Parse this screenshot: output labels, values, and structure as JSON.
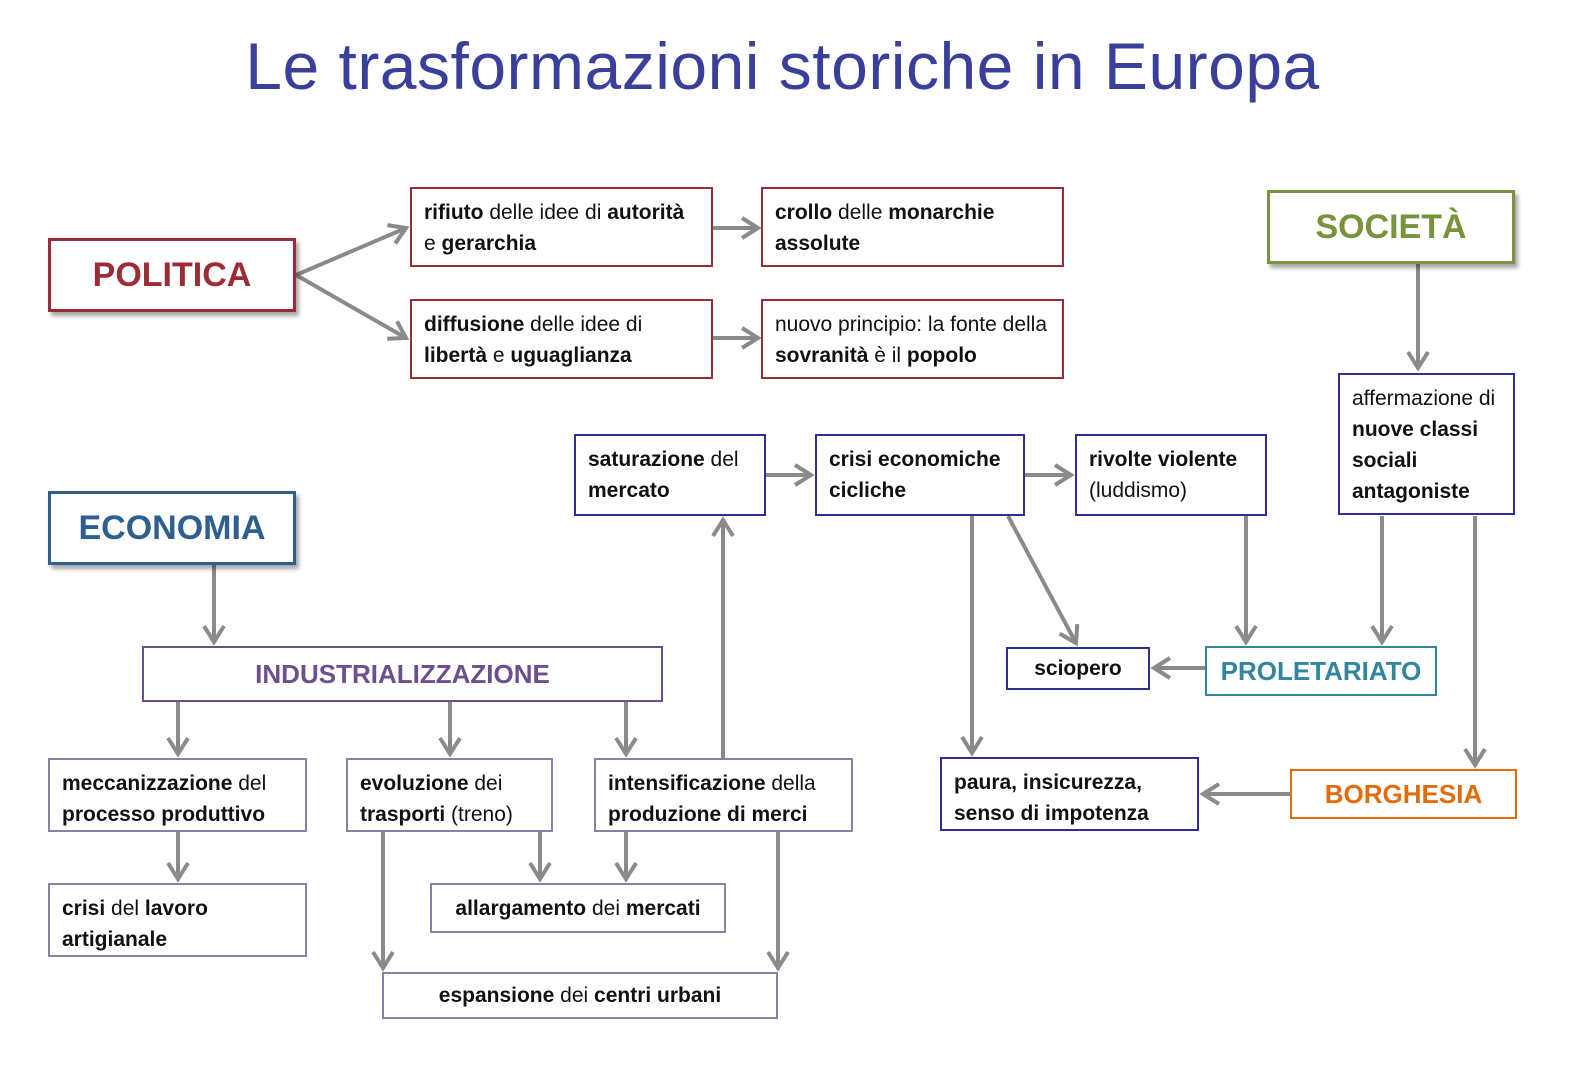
{
  "title": "Le trasformazioni storiche in Europa",
  "colors": {
    "politica": "#9b2c35",
    "societa": "#77933c",
    "economia": "#2f5f8f",
    "industrializzazione": "#6b4f8f",
    "proletariato": "#31859c",
    "borghesia": "#e36c0a",
    "navy": "#2e2e9a",
    "arrow": "#8a8a8a"
  },
  "boxes": {
    "politica": [
      {
        "t": "POLITICA",
        "b": true
      }
    ],
    "rifiuto": [
      {
        "t": "rifiuto",
        "b": true
      },
      {
        "t": " delle idee di "
      },
      {
        "t": "autorità",
        "b": true
      },
      {
        "t": " e "
      },
      {
        "t": "gerarchia",
        "b": true
      }
    ],
    "crollo": [
      {
        "t": "crollo",
        "b": true
      },
      {
        "t": " delle "
      },
      {
        "t": "monarchie assolute",
        "b": true
      }
    ],
    "diffusione": [
      {
        "t": "diffusione",
        "b": true
      },
      {
        "t": " delle idee di "
      },
      {
        "t": "libertà",
        "b": true
      },
      {
        "t": " e "
      },
      {
        "t": "uguaglianza",
        "b": true
      }
    ],
    "nuovo": [
      {
        "t": "nuovo principio: la fonte della "
      },
      {
        "t": "sovranità",
        "b": true
      },
      {
        "t": " è il "
      },
      {
        "t": "popolo",
        "b": true
      }
    ],
    "societa": [
      {
        "t": "SOCIETÀ",
        "b": true
      }
    ],
    "affermazione": [
      {
        "t": "affermazione di "
      },
      {
        "t": "nuove classi sociali antagoniste",
        "b": true
      }
    ],
    "economia": [
      {
        "t": "ECONOMIA",
        "b": true
      }
    ],
    "industrializzazione": [
      {
        "t": "INDUSTRIALIZZAZIONE",
        "b": true
      }
    ],
    "saturazione": [
      {
        "t": "saturazione",
        "b": true
      },
      {
        "t": " del "
      },
      {
        "t": "mercato",
        "b": true
      }
    ],
    "crisi_eco": [
      {
        "t": "crisi economiche cicliche",
        "b": true
      }
    ],
    "rivolte": [
      {
        "t": "rivolte violente",
        "b": true
      },
      {
        "t": " (luddismo)"
      }
    ],
    "sciopero": [
      {
        "t": "sciopero",
        "b": true
      }
    ],
    "proletariato": [
      {
        "t": "PROLETARIATO",
        "b": true
      }
    ],
    "paura": [
      {
        "t": "paura, insicurezza, senso di impotenza",
        "b": true
      }
    ],
    "borghesia": [
      {
        "t": "BORGHESIA",
        "b": true
      }
    ],
    "meccanizzazione": [
      {
        "t": "meccanizzazione",
        "b": true
      },
      {
        "t": " del "
      },
      {
        "t": "processo produttivo",
        "b": true
      }
    ],
    "evoluzione": [
      {
        "t": "evoluzione",
        "b": true
      },
      {
        "t": " dei "
      },
      {
        "t": "trasporti",
        "b": true
      },
      {
        "t": " (treno)"
      }
    ],
    "intensificazione": [
      {
        "t": "intensificazione",
        "b": true
      },
      {
        "t": " della "
      },
      {
        "t": "produzione di merci",
        "b": true
      }
    ],
    "crisi_lavoro": [
      {
        "t": "crisi",
        "b": true
      },
      {
        "t": " del "
      },
      {
        "t": "lavoro artigianale",
        "b": true
      }
    ],
    "allargamento": [
      {
        "t": "allargamento",
        "b": true
      },
      {
        "t": " dei "
      },
      {
        "t": "mercati",
        "b": true
      }
    ],
    "espansione": [
      {
        "t": "espansione",
        "b": true
      },
      {
        "t": " dei "
      },
      {
        "t": "centri urbani",
        "b": true
      }
    ]
  }
}
